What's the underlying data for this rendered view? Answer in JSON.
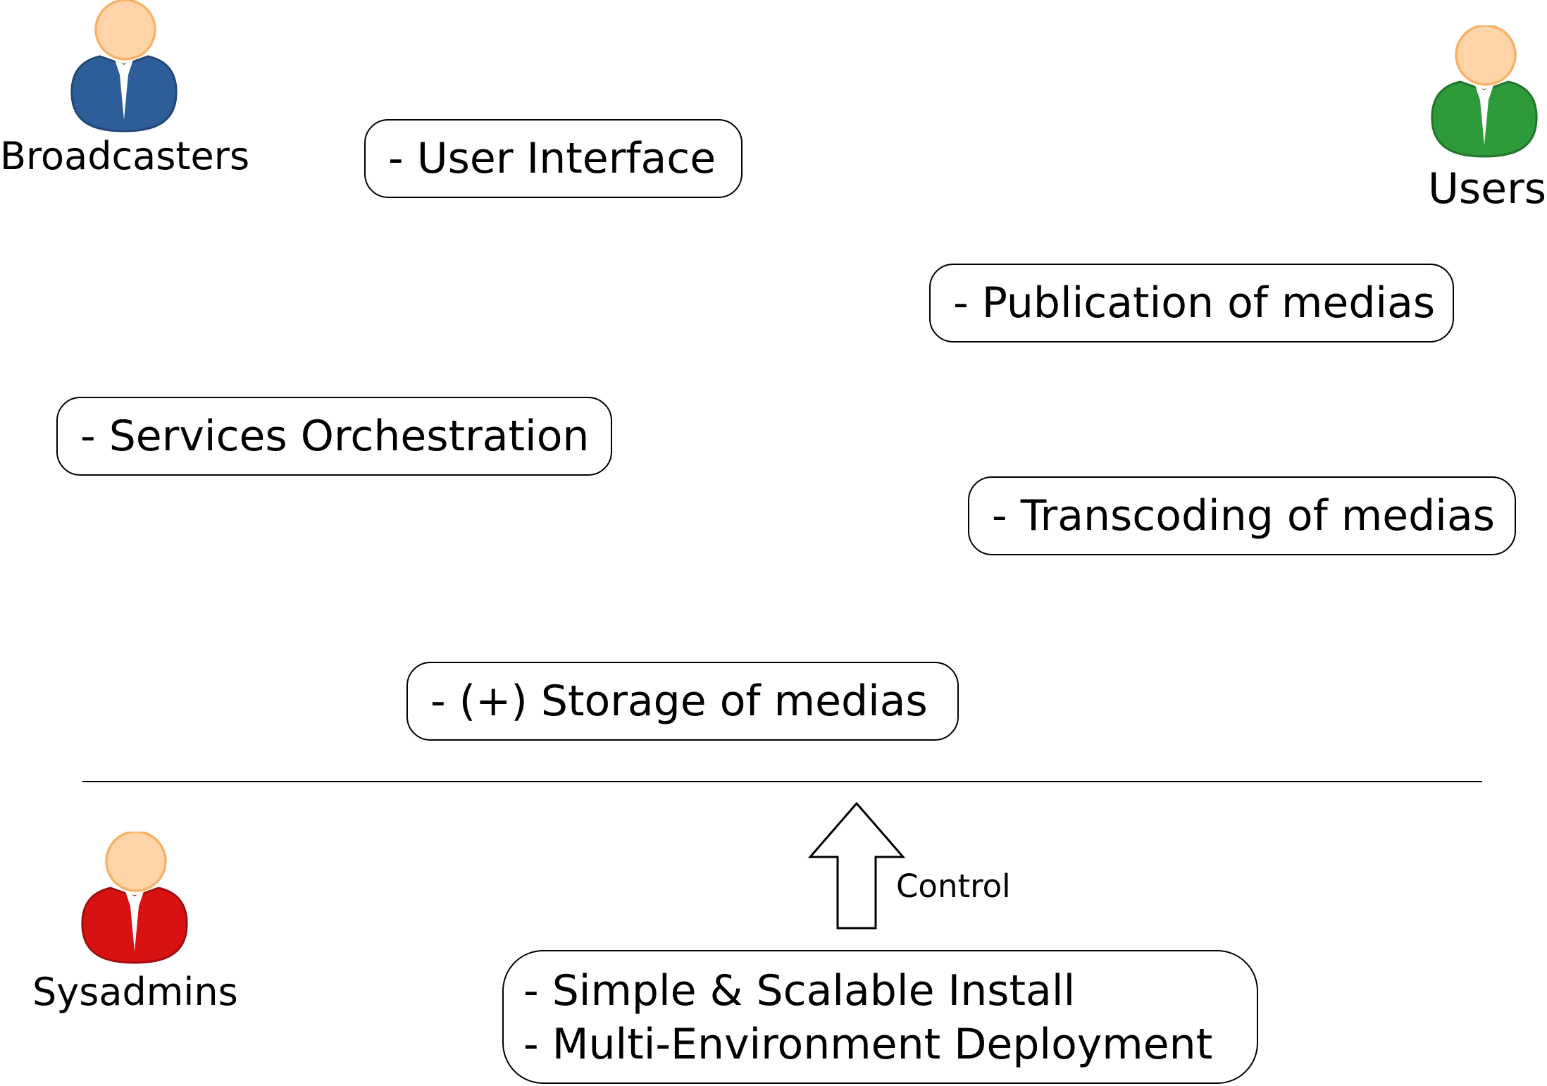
{
  "actors": {
    "broadcasters": {
      "label": "Broadcasters",
      "suit_color": "#2e5e9a",
      "icon": "person-icon"
    },
    "users": {
      "label": "Users",
      "suit_color": "#2e9a3a",
      "icon": "person-icon"
    },
    "sysadmins": {
      "label": "Sysadmins",
      "suit_color": "#d81212",
      "icon": "person-icon"
    }
  },
  "features": {
    "user_interface": "- User Interface",
    "publication": "- Publication of medias",
    "orchestration": "- Services Orchestration",
    "transcoding": "- Transcoding of medias",
    "storage": "- (+) Storage of medias"
  },
  "install": {
    "line1": "- Simple & Scalable Install",
    "line2": "- Multi-Environment Deployment"
  },
  "control_arrow": {
    "label": "Control",
    "direction": "up"
  },
  "colors": {
    "skin": "#ffd4a8",
    "skin_outline": "#f7b267",
    "line": "#000000",
    "background": "#ffffff"
  }
}
